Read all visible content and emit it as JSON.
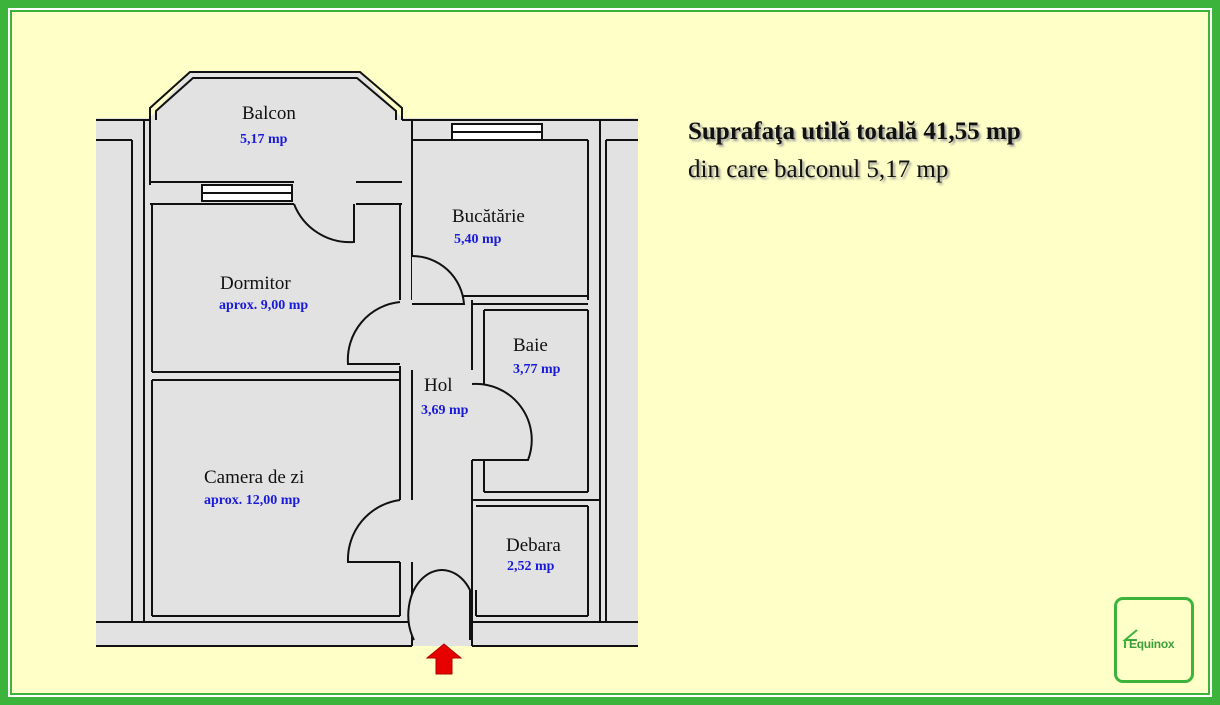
{
  "summary": {
    "line1": "Suprafaţa utilă totală 41,55 mp",
    "line2": "din care balconul 5,17 mp"
  },
  "rooms": [
    {
      "name": "Balcon",
      "area": "5,17 mp"
    },
    {
      "name": "Bucătărie",
      "area": "5,40 mp"
    },
    {
      "name": "Dormitor",
      "area": "aprox. 9,00 mp"
    },
    {
      "name": "Baie",
      "area": "3,77 mp"
    },
    {
      "name": "Hol",
      "area": "3,69 mp"
    },
    {
      "name": "Camera de zi",
      "area": "aprox. 12,00 mp"
    },
    {
      "name": "Debara",
      "area": "2,52 mp"
    }
  ],
  "entrance": {
    "icon": "up-arrow-icon",
    "color": "#e60000"
  },
  "logo": {
    "text": "Equinox",
    "color": "#3cb43c"
  },
  "colors": {
    "background": "#ffffc8",
    "border": "#3cb43c",
    "floor": "#e2e2e2",
    "area_text": "#1a1adc"
  }
}
